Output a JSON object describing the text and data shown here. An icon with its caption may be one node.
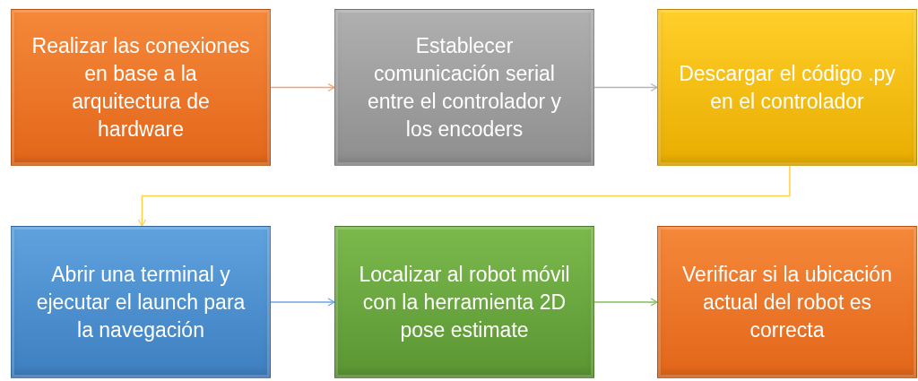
{
  "diagram": {
    "nodes": [
      {
        "text": [
          "Realizar las conexiones en base a la arquitectura de hardware"
        ]
      },
      {
        "text": [
          "Establecer comunicación serial entre el controlador y los encoders"
        ]
      },
      {
        "text": [
          "Descargar el código .py en el controlador"
        ]
      },
      {
        "text": [
          "Abrir una terminal y ejecutar el launch para la navegación"
        ]
      },
      {
        "text": [
          "Localizar al robot móvil con la herramienta 2D pose estimate"
        ]
      },
      {
        "text": [
          "Verificar si la ubicación actual del robot es correcta"
        ]
      }
    ],
    "edges": [
      {
        "from": 0,
        "to": 1,
        "arrow": "to",
        "color": "#f4a36c"
      },
      {
        "from": 1,
        "to": 2,
        "arrow": "to",
        "color": "#b4b4b4"
      },
      {
        "from": 2,
        "to": 3,
        "arrow": "to",
        "color": "#ffd04a"
      },
      {
        "from": 3,
        "to": 4,
        "arrow": "to",
        "color": "#6ea6dc"
      },
      {
        "from": 4,
        "to": 5,
        "arrow": "to",
        "color": "#86bd5e"
      }
    ]
  }
}
